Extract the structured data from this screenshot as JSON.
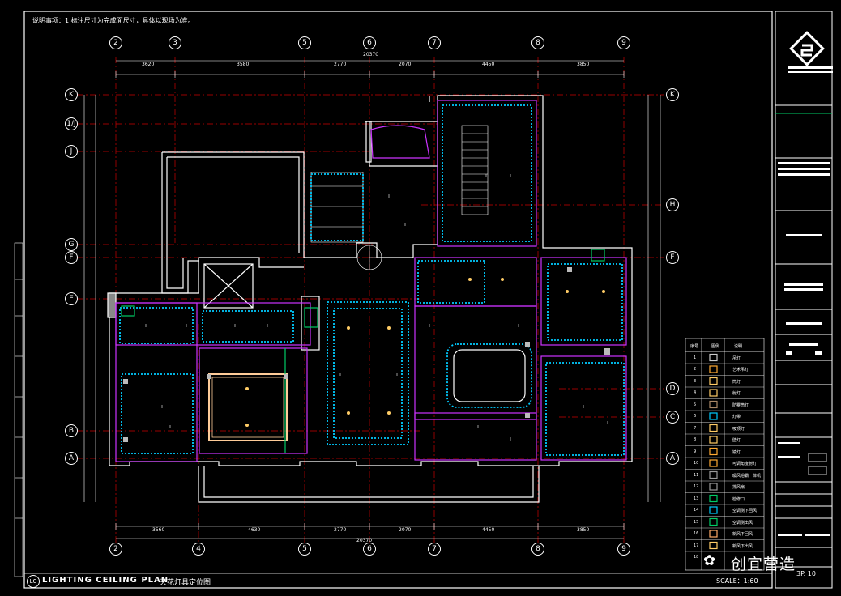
{
  "drawing": {
    "note": "说明事项：1.标注尺寸为完成面尺寸，具体以现场为准。",
    "title_tag": "LC",
    "title_en": "LIGHTING CEILING PLAN",
    "title_cn": "天花灯具定位图",
    "scale": "SCALE：1:60",
    "sheet_no": "3P. 10",
    "watermark_brand": "创宜营造"
  },
  "axes": {
    "top": [
      "2",
      "3",
      "5",
      "6",
      "7",
      "8",
      "9"
    ],
    "bottom": [
      "2",
      "4",
      "5",
      "6",
      "7",
      "8",
      "9"
    ],
    "left": [
      "K",
      "1/J",
      "J",
      "G",
      "F",
      "E",
      "B",
      "A"
    ],
    "right": [
      "K",
      "H",
      "F",
      "D",
      "C",
      "A"
    ]
  },
  "dimensions": {
    "top": [
      "3620",
      "3580",
      "2770",
      "2070",
      "4450",
      "3850"
    ],
    "top_total": "20370",
    "bottom": [
      "3560",
      "4630",
      "2770",
      "2070",
      "4450",
      "3850"
    ],
    "bottom_total": "20370"
  },
  "legend": {
    "headers": [
      "序号",
      "图例",
      "说明"
    ],
    "rows": [
      {
        "no": "1",
        "desc": "吊灯"
      },
      {
        "no": "2",
        "desc": "艺术吊灯"
      },
      {
        "no": "3",
        "desc": "筒灯"
      },
      {
        "no": "4",
        "desc": "射灯"
      },
      {
        "no": "5",
        "desc": "防雾筒灯"
      },
      {
        "no": "6",
        "desc": "灯带"
      },
      {
        "no": "7",
        "desc": "吸顶灯"
      },
      {
        "no": "8",
        "desc": "壁灯"
      },
      {
        "no": "9",
        "desc": "镜灯"
      },
      {
        "no": "10",
        "desc": "可调角度射灯"
      },
      {
        "no": "11",
        "desc": "暖风浴霸一体机"
      },
      {
        "no": "12",
        "desc": "排风扇"
      },
      {
        "no": "13",
        "desc": "检修口"
      },
      {
        "no": "14",
        "desc": "空调侧下回风"
      },
      {
        "no": "15",
        "desc": "空调侧出风"
      },
      {
        "no": "16",
        "desc": "新风下回风"
      },
      {
        "no": "17",
        "desc": "新风下出风"
      },
      {
        "no": "18",
        "desc": ""
      }
    ]
  },
  "colors": {
    "background": "#000000",
    "walls": "#ffffff",
    "ceiling_outline": "#cc33ff",
    "led_strip": "#00ccff",
    "gridline": "#cc0000",
    "dimension": "#ffffff",
    "fixture": "#ffcc66",
    "warm_frame": "#ffcc99",
    "green_frame": "#00cc66"
  }
}
